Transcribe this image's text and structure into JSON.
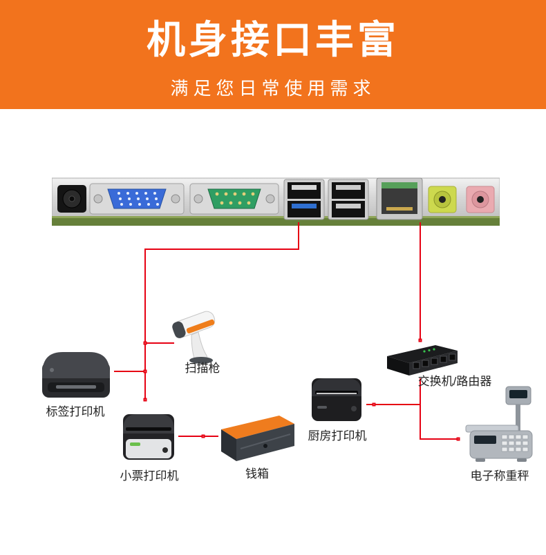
{
  "header": {
    "title": "机身接口丰富",
    "subtitle": "满足您日常使用需求",
    "bg_color": "#F2731D",
    "text_color": "#FFFFFF"
  },
  "motherboard": {
    "ports": [
      {
        "name": "power-port",
        "color": "#141414"
      },
      {
        "name": "vga-port",
        "color": "#3A6BD8"
      },
      {
        "name": "serial-port",
        "color": "#2F9E63"
      },
      {
        "name": "usb3-usb2-stack",
        "colors": [
          "#111111",
          "#2F6FD0"
        ]
      },
      {
        "name": "dual-usb-stack",
        "color": "#111111"
      },
      {
        "name": "ethernet-port",
        "color": "#C8C8C8"
      },
      {
        "name": "audio-out-jack",
        "color": "#CDD94E"
      },
      {
        "name": "mic-jack",
        "color": "#EAAAB0"
      }
    ]
  },
  "connections": {
    "line_color": "#E60012"
  },
  "devices": [
    {
      "id": "scanner",
      "label": "扫描枪"
    },
    {
      "id": "label-printer",
      "label": "标签打印机"
    },
    {
      "id": "receipt-printer",
      "label": "小票打印机"
    },
    {
      "id": "cash-drawer",
      "label": "钱箱"
    },
    {
      "id": "kitchen-printer",
      "label": "厨房打印机"
    },
    {
      "id": "switch-router",
      "label": "交换机/路由器"
    },
    {
      "id": "electronic-scale",
      "label": "电子称重秤"
    }
  ]
}
